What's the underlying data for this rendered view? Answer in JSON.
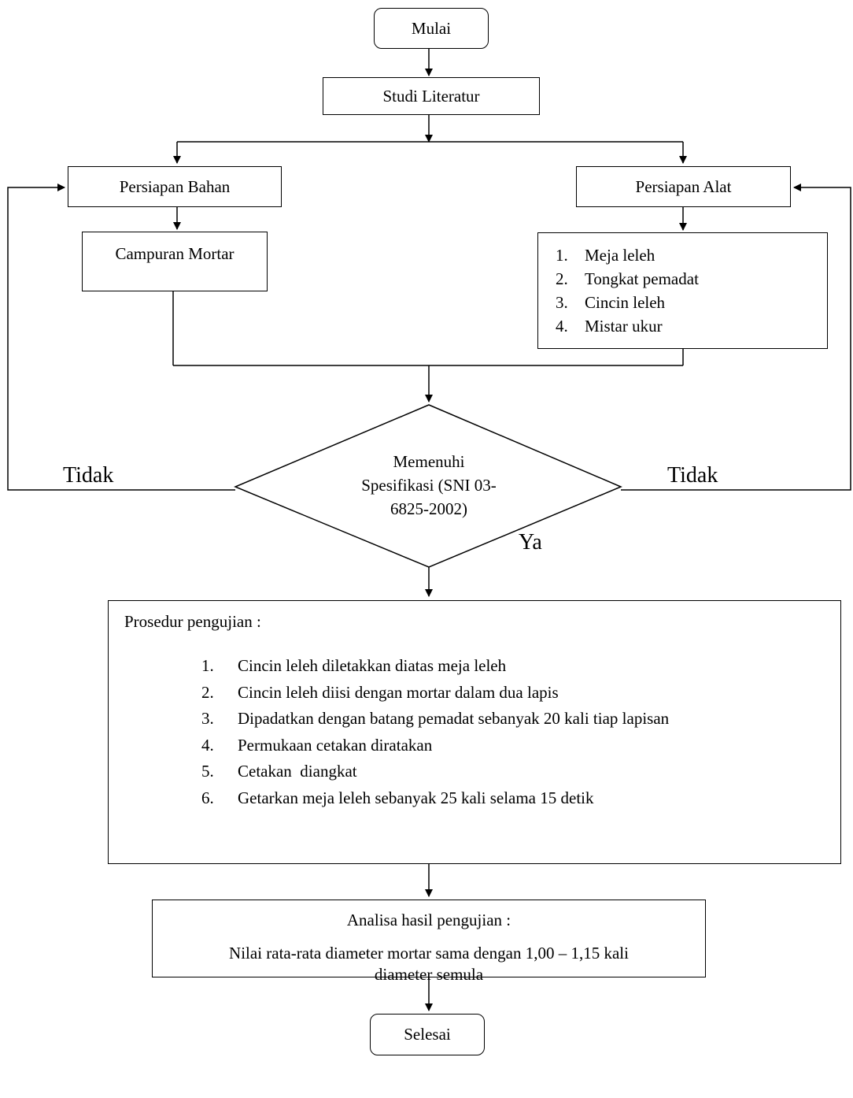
{
  "diagram": {
    "start": "Mulai",
    "literature": "Studi Literatur",
    "material_prep": "Persiapan Bahan",
    "tool_prep": "Persiapan Alat",
    "mortar_mix": "Campuran Mortar",
    "tools": [
      {
        "num": "1.",
        "text": "Meja leleh"
      },
      {
        "num": "2.",
        "text": "Tongkat pemadat"
      },
      {
        "num": "3.",
        "text": "Cincin leleh"
      },
      {
        "num": "4.",
        "text": "Mistar ukur"
      }
    ],
    "decision_lines": [
      "Memenuhi",
      "Spesifikasi (SNI 03-",
      "6825-2002)"
    ],
    "no_left": "Tidak",
    "no_right": "Tidak",
    "yes": "Ya",
    "procedure_title": "Prosedur pengujian :",
    "procedure_steps": [
      {
        "num": "1.",
        "text": "Cincin leleh diletakkan diatas meja leleh"
      },
      {
        "num": "2.",
        "text": "Cincin leleh diisi dengan mortar dalam dua lapis"
      },
      {
        "num": "3.",
        "text": "Dipadatkan dengan batang pemadat sebanyak 20 kali tiap lapisan"
      },
      {
        "num": "4.",
        "text": "Permukaan cetakan diratakan"
      },
      {
        "num": "5.",
        "text": "Cetakan  diangkat"
      },
      {
        "num": "6.",
        "text": "Getarkan meja leleh sebanyak 25 kali selama 15 detik"
      }
    ],
    "analysis_title": "Analisa hasil pengujian :",
    "analysis_lines": [
      "Nilai rata-rata diameter mortar sama dengan 1,00 – 1,15 kali",
      "diameter semula"
    ],
    "end": "Selesai"
  }
}
